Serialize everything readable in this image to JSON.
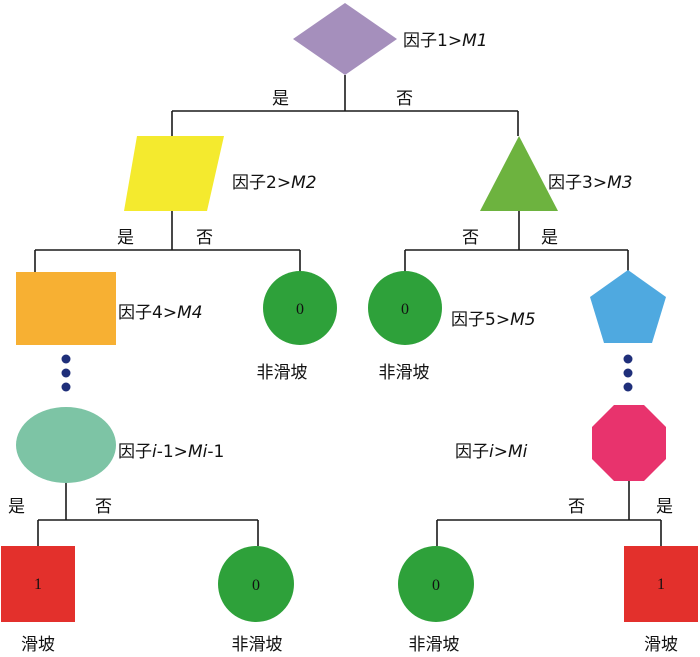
{
  "nodes": {
    "n1": {
      "condition_prefix": "因子1>",
      "condition_var": "M1",
      "color": "#a58fbc"
    },
    "n2": {
      "condition_prefix": "因子2>",
      "condition_var": "M2",
      "color": "#f4ea2e"
    },
    "n3": {
      "condition_prefix": "因子3>",
      "condition_var": "M3",
      "color": "#6db33f"
    },
    "n4": {
      "condition_prefix": "因子4>",
      "condition_var": "M4",
      "color": "#f7b033"
    },
    "n5": {
      "condition_prefix": "因子5>",
      "condition_var": "M5",
      "color": "#4fa9e0"
    },
    "ni1": {
      "condition_prefix": "因子",
      "condition_var_a": "i",
      "condition_mid": "-1>",
      "condition_var_b": "Mi",
      "condition_suffix": "-1",
      "color": "#7dc4a5"
    },
    "ni": {
      "condition_prefix": "因子",
      "condition_var_a": "i",
      "condition_mid": ">",
      "condition_var_b": "Mi",
      "color": "#e8336d"
    }
  },
  "branch_labels": {
    "yes": "是",
    "no": "否"
  },
  "leaves": {
    "non_slide_value": "0",
    "non_slide_label": "非滑坡",
    "non_slide_color": "#2ea13a",
    "slide_value": "1",
    "slide_label": "滑坡",
    "slide_color": "#e3302c"
  },
  "ellipsis_color": "#1f2f7a"
}
